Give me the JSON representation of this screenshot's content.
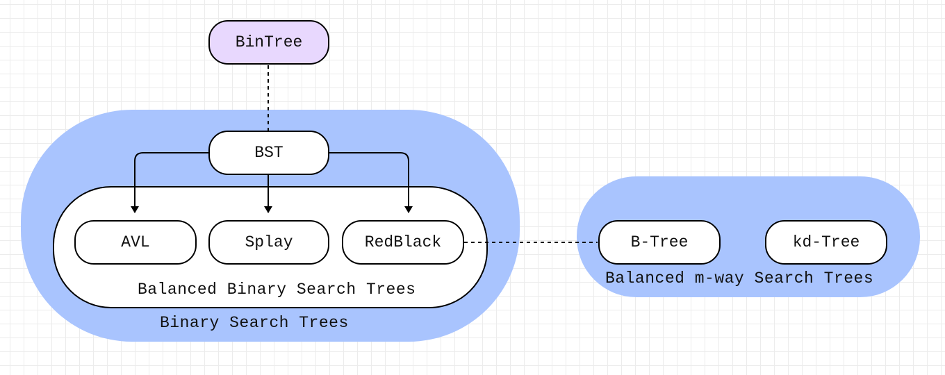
{
  "colors": {
    "group_fill": "#a9c4fe",
    "root_fill": "#e8d8fe",
    "node_fill": "#ffffff",
    "stroke": "#000000"
  },
  "nodes": {
    "bintree": "BinTree",
    "bst": "BST",
    "avl": "AVL",
    "splay": "Splay",
    "redblack": "RedBlack",
    "btree": "B-Tree",
    "kdtree": "kd-Tree"
  },
  "groups": {
    "binary_search_trees": "Binary Search Trees",
    "balanced_binary_search_trees": "Balanced Binary Search Trees",
    "balanced_mway_search_trees": "Balanced m-way Search Trees"
  },
  "edges": [
    {
      "from": "BinTree",
      "to": "BST",
      "style": "dashed"
    },
    {
      "from": "BST",
      "to": "AVL",
      "style": "solid-arrow"
    },
    {
      "from": "BST",
      "to": "Splay",
      "style": "solid-arrow"
    },
    {
      "from": "BST",
      "to": "RedBlack",
      "style": "solid-arrow"
    },
    {
      "from": "RedBlack",
      "to": "B-Tree",
      "style": "dashed"
    }
  ]
}
